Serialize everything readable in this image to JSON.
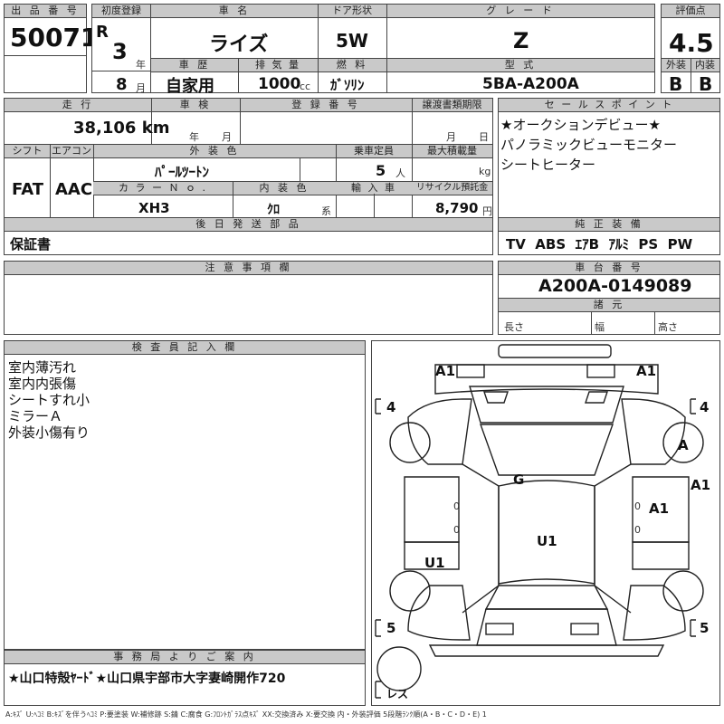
{
  "headers": {
    "lot_no": "出 品 番 号",
    "first_reg": "初度登録",
    "car_name": "車 名",
    "door": "ドア形状",
    "grade": "グ レ ー ド",
    "score": "評価点",
    "history": "車 歴",
    "displacement": "排 気 量",
    "fuel": "燃 料",
    "model_code": "型 式",
    "exterior": "外装",
    "interior": "内装",
    "mileage": "走 行",
    "inspection": "車 検",
    "reg_no": "登 録 番 号",
    "transfer_doc": "譲渡書類期限",
    "sales_points": "セ ー ル ス ポ イ ン ト",
    "shift": "シフト",
    "aircon": "エアコン",
    "color": "外 装 色",
    "capacity": "乗車定員",
    "max_load": "最大積載量",
    "color_no": "カ ラ ー Ｎ ｏ .",
    "interior_color": "内 装 色",
    "import": "輸 入 車",
    "recycle": "リサイクル預託金",
    "later_parts": "後 日 発 送 部 品",
    "equipment": "純 正 装 備",
    "notes": "注 意 事 項 欄",
    "chassis_no": "車 台 番 号",
    "specs": "諸 元",
    "inspector": "検 査 員 記 入 欄",
    "office": "事 務 局 よ り ご 案 内"
  },
  "values": {
    "lot_no": "50071",
    "era": "R",
    "year": "3",
    "year_unit": "年",
    "month": "8",
    "month_unit": "月",
    "car_name": "ライズ",
    "door": "5W",
    "grade": "Z",
    "score": "4.5",
    "history": "自家用",
    "displacement": "1000",
    "displacement_unit": "cc",
    "fuel": "ｶﾞｿﾘﾝ",
    "model_code": "5BA-A200A",
    "exterior": "B",
    "interior": "B",
    "mileage": "38,106 km",
    "insp_year_unit": "年",
    "insp_month_unit": "月",
    "transfer_month_unit": "月",
    "transfer_day_unit": "日",
    "sales_points": [
      "★オークションデビュー★",
      "パノラミックビューモニター",
      "シートヒーター"
    ],
    "shift": "FAT",
    "aircon": "AAC",
    "color": "ﾊﾟｰﾙﾂｰﾄﾝ",
    "capacity": "5",
    "capacity_unit": "人",
    "load_unit": "kg",
    "color_no": "XH3",
    "interior_color": "ｸﾛ",
    "interior_color_unit": "系",
    "recycle": "8,790",
    "recycle_unit": "円",
    "later_parts": "保証書",
    "equipment": "TV  ABS  ｴｱB  ｱﾙﾐ  PS  PW",
    "chassis_no": "A200A-0149089",
    "spec_length": "長さ",
    "spec_width": "幅",
    "spec_height": "高さ",
    "inspector_notes": [
      "室内薄汚れ",
      "室内内張傷",
      "シートすれ小",
      "ミラーＡ",
      "外装小傷有り"
    ],
    "office_note": "★山口特殻ﾔｰﾄﾞ★山口県宇部市大字妻崎開作720",
    "legend": "A:ｷｽﾞ  U:ﾍｺﾐ  B:ｷｽﾞを伴うﾍｺﾐ  P:要塗装  W:補修跡  S:錆  C:腐食  G:ﾌﾛﾝﾄｶﾞﾗｽ点ｷｽﾞ  XX:交換済み  X:要交換   内・外装評価  5段階ﾗﾝｸ順(A・B・C・D・E) 1"
  },
  "diagram": {
    "front_left": "A1",
    "front_right": "A1",
    "tire_left_front": "4",
    "tire_right_front": "4",
    "wheel_right_front": "A",
    "fender_right": "A1",
    "door_right": "A1",
    "windshield": "G",
    "roof": "U1",
    "door_left_rear": "U1",
    "tire_left_rear": "5",
    "tire_right_rear": "5",
    "rear_label": "レス",
    "zero_marks": [
      "0",
      "0",
      "0",
      "0"
    ]
  }
}
